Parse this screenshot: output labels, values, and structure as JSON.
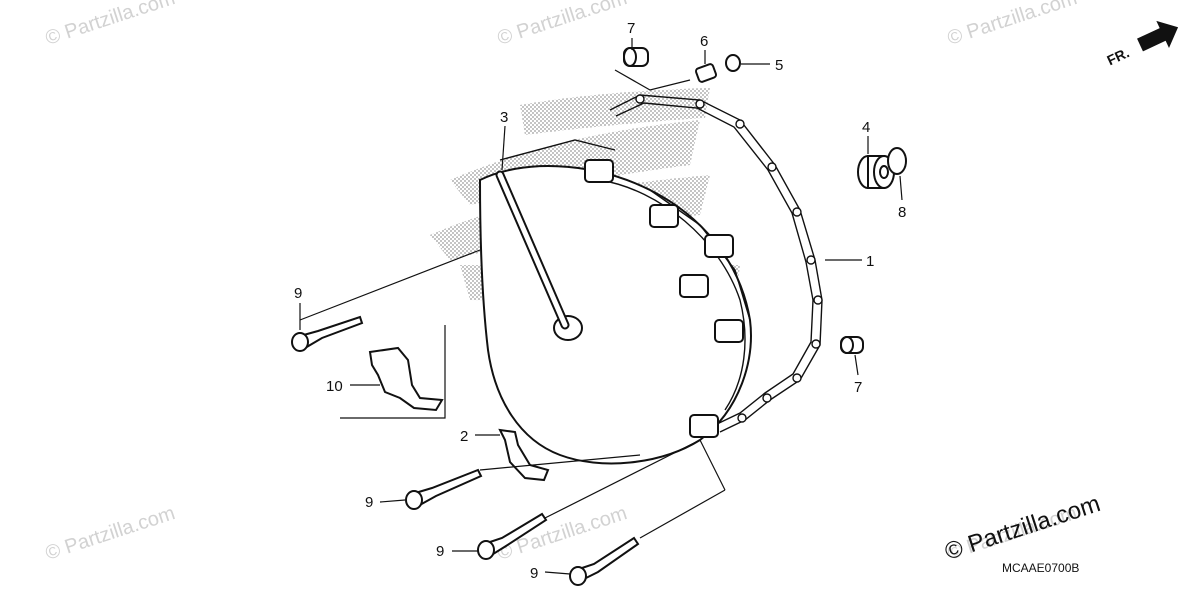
{
  "watermarks": [
    "© Partzilla.com",
    "© Partzilla.com",
    "© Partzilla.com",
    "© Partzilla.com",
    "© Partzilla.com",
    "© Partzilla.com"
  ],
  "copyright": "© Partzilla.com",
  "diagram_code": "MCAAE0700B",
  "front_indicator": "FR.",
  "callouts": {
    "part_1": "1",
    "part_2": "2",
    "part_3": "3",
    "part_4": "4",
    "part_5": "5",
    "part_6": "6",
    "part_7_top": "7",
    "part_7_right": "7",
    "part_8": "8",
    "part_9_upper": "9",
    "part_9_mid": "9",
    "part_9_low_left": "9",
    "part_9_low_right": "9",
    "part_10": "10"
  }
}
